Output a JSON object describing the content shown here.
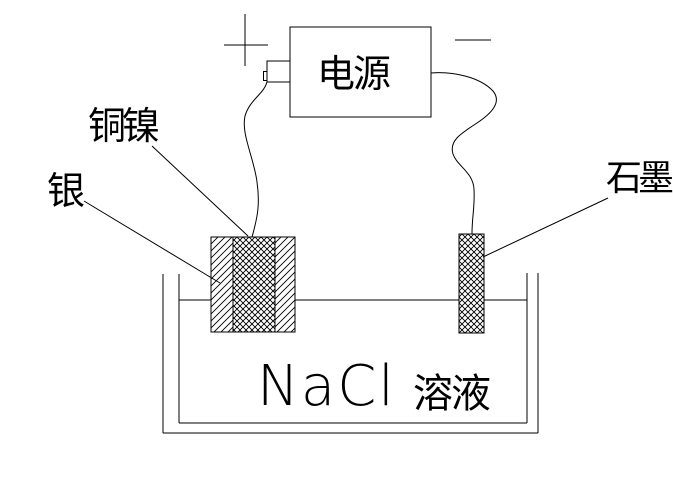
{
  "power_supply": {
    "label": "电源",
    "positive": "+",
    "negative": "−"
  },
  "electrode_labels": {
    "copper_nickel": "铜镍",
    "silver": "银",
    "graphite": "石墨"
  },
  "solution": {
    "formula": "NaCl",
    "suffix": "溶液"
  },
  "colors": {
    "line": "#000000",
    "background": "#ffffff"
  }
}
